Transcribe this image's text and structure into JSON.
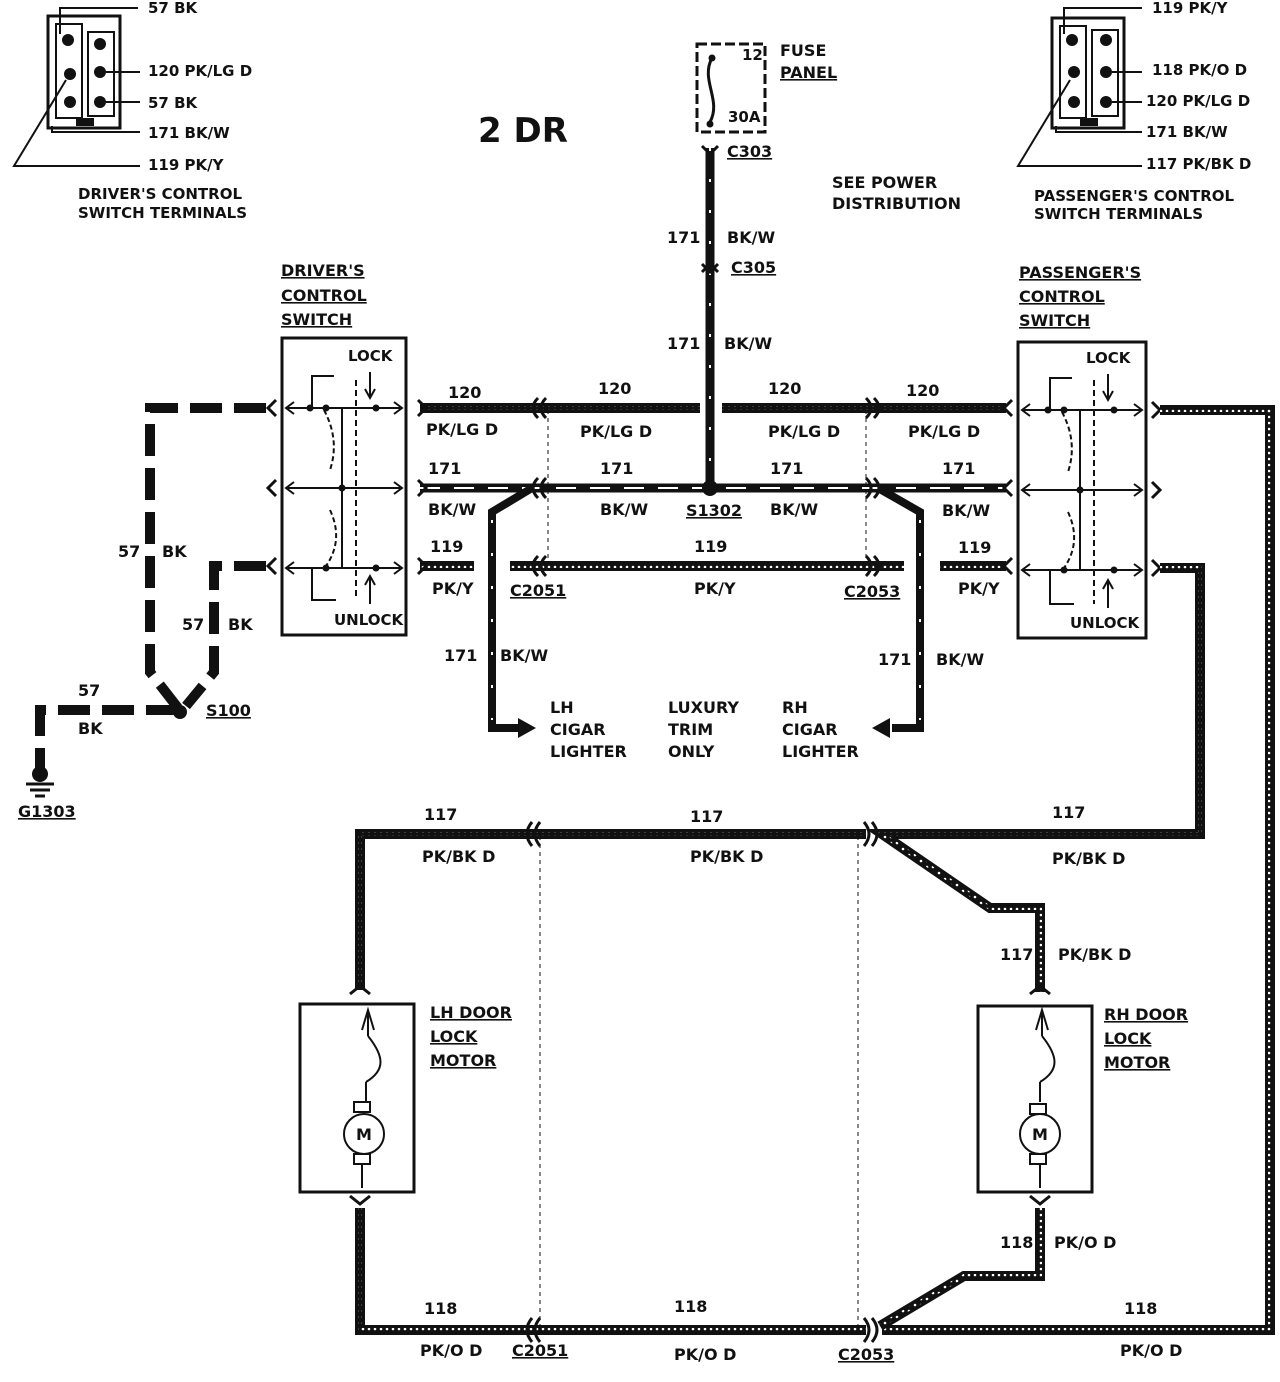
{
  "title": "2 DR",
  "fuse_panel": {
    "label_1": "FUSE",
    "label_2": "PANEL",
    "pin": "12",
    "rating": "30A"
  },
  "power_note": {
    "line1": "SEE POWER",
    "line2": "DISTRIBUTION"
  },
  "connectors": {
    "c303": "C303",
    "c305": "C305",
    "c2051": "C2051",
    "c2053": "C2053",
    "c2051_bottom": "C2051",
    "c2053_bottom": "C2053"
  },
  "splices": {
    "s1302": "S1302",
    "s100": "S100"
  },
  "ground": "G1303",
  "driver_terminals": {
    "title_1": "DRIVER'S CONTROL",
    "title_2": "SWITCH TERMINALS",
    "pins": [
      "57 BK",
      "120 PK/LG D",
      "57 BK",
      "171 BK/W",
      "119 PK/Y"
    ]
  },
  "passenger_terminals": {
    "title_1": "PASSENGER'S CONTROL",
    "title_2": "SWITCH TERMINALS",
    "pins": [
      "119 PK/Y",
      "118 PK/O D",
      "120 PK/LG D",
      "171 BK/W",
      "117 PK/BK D"
    ]
  },
  "driver_switch": {
    "line1": "DRIVER'S",
    "line2": "CONTROL",
    "line3": "SWITCH",
    "lock": "LOCK",
    "unlock": "UNLOCK"
  },
  "passenger_switch": {
    "line1": "PASSENGER'S",
    "line2": "CONTROL",
    "line3": "SWITCH",
    "lock": "LOCK",
    "unlock": "UNLOCK"
  },
  "wires": {
    "w120_1": {
      "num": "120",
      "color": "PK/LG D"
    },
    "w120_2": {
      "num": "120",
      "color": "PK/LG D"
    },
    "w120_3": {
      "num": "120",
      "color": "PK/LG D"
    },
    "w120_4": {
      "num": "120",
      "color": "PK/LG D"
    },
    "w171_1": {
      "num": "171",
      "color": "BK/W"
    },
    "w171_2": {
      "num": "171",
      "color": "BK/W"
    },
    "w171_3": {
      "num": "171",
      "color": "BK/W"
    },
    "w171_4": {
      "num": "171",
      "color": "BK/W"
    },
    "w171_top1": {
      "num": "171",
      "color": "BK/W"
    },
    "w171_top2": {
      "num": "171",
      "color": "BK/W"
    },
    "w171_lh": {
      "num": "171",
      "color": "BK/W"
    },
    "w171_rh": {
      "num": "171",
      "color": "BK/W"
    },
    "w119_1": {
      "num": "119",
      "color": "PK/Y"
    },
    "w119_2": {
      "num": "119",
      "color": "PK/Y"
    },
    "w119_3": {
      "num": "119",
      "color": "PK/Y"
    },
    "w57_1": {
      "num": "57",
      "color": "BK"
    },
    "w57_2": {
      "num": "57",
      "color": "BK"
    },
    "w57_3": {
      "num": "57",
      "color": "BK"
    },
    "w117_1": {
      "num": "117",
      "color": "PK/BK D"
    },
    "w117_2": {
      "num": "117",
      "color": "PK/BK D"
    },
    "w117_3": {
      "num": "117",
      "color": "PK/BK D"
    },
    "w117_4": {
      "num": "117",
      "color": "PK/BK D"
    },
    "w118_1": {
      "num": "118",
      "color": "PK/O D"
    },
    "w118_2": {
      "num": "118",
      "color": "PK/O D"
    },
    "w118_3": {
      "num": "118",
      "color": "PK/O D"
    },
    "w118_4": {
      "num": "118",
      "color": "PK/O D"
    }
  },
  "lh_lighter": {
    "line1": "LH",
    "line2": "CIGAR",
    "line3": "LIGHTER"
  },
  "rh_lighter": {
    "line1": "RH",
    "line2": "CIGAR",
    "line3": "LIGHTER"
  },
  "luxury": {
    "line1": "LUXURY",
    "line2": "TRIM",
    "line3": "ONLY"
  },
  "lh_motor": {
    "line1": "LH DOOR",
    "line2": "LOCK",
    "line3": "MOTOR",
    "symbol": "M"
  },
  "rh_motor": {
    "line1": "RH DOOR",
    "line2": "LOCK",
    "line3": "MOTOR",
    "symbol": "M"
  }
}
